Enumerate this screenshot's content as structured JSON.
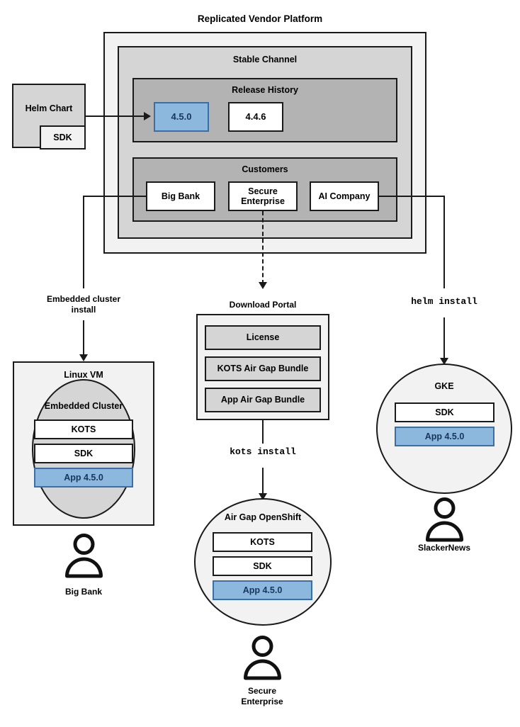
{
  "diagram": {
    "title": "Replicated Vendor Platform",
    "platform": {
      "stable_channel_label": "Stable Channel",
      "release_history": {
        "label": "Release History",
        "releases": [
          {
            "version": "4.5.0",
            "highlighted": true
          },
          {
            "version": "4.4.6",
            "highlighted": false
          }
        ]
      },
      "customers": {
        "label": "Customers",
        "items": [
          {
            "name": "Big Bank"
          },
          {
            "name": "Secure\nEnterprise"
          },
          {
            "name": "AI Company"
          }
        ]
      }
    },
    "helm_chart": {
      "label": "Helm Chart",
      "sdk_label": "SDK"
    },
    "connectors": {
      "embedded_cluster_install": "Embedded cluster\ninstall",
      "helm_install": "helm install",
      "kots_install": "kots install"
    },
    "download_portal": {
      "label": "Download Portal",
      "artifacts": [
        "License",
        "KOTS Air Gap Bundle",
        "App Air Gap Bundle"
      ]
    },
    "environments": [
      {
        "id": "linux-vm",
        "label": "Linux VM",
        "inner_label": "Embedded Cluster",
        "components": [
          {
            "name": "KOTS",
            "highlighted": false
          },
          {
            "name": "SDK",
            "highlighted": false
          },
          {
            "name": "App 4.5.0",
            "highlighted": true
          }
        ],
        "user": "Big Bank"
      },
      {
        "id": "air-gap-openshift",
        "label": "Air Gap OpenShift",
        "components": [
          {
            "name": "KOTS",
            "highlighted": false
          },
          {
            "name": "SDK",
            "highlighted": false
          },
          {
            "name": "App 4.5.0",
            "highlighted": true
          }
        ],
        "user": "Secure\nEnterprise"
      },
      {
        "id": "gke",
        "label": "GKE",
        "components": [
          {
            "name": "SDK",
            "highlighted": false
          },
          {
            "name": "App 4.5.0",
            "highlighted": true
          }
        ],
        "user": "SlackerNews"
      }
    ],
    "icons": {
      "person": "person-icon",
      "arrow_down": "arrow-down-icon",
      "arrow_right": "arrow-right-icon"
    },
    "colors": {
      "highlight_fill": "#8cb8dd",
      "highlight_border": "#3a6ea5",
      "highlight_text": "#17365d",
      "stroke": "#1a1a1a",
      "platform_fill": "#f2f2f2",
      "channel_fill": "#d5d5d5",
      "group_fill": "#b3b3b3",
      "env_fill": "#ececec",
      "cluster_fill": "#d5d5d5"
    }
  }
}
